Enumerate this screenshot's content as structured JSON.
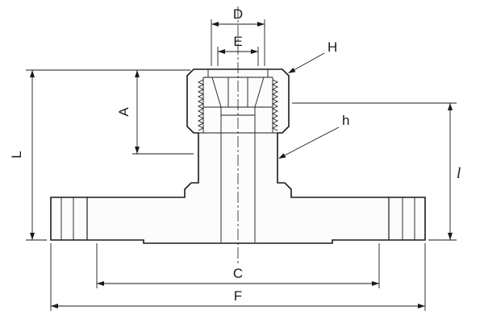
{
  "drawing": {
    "labels": {
      "D": "D",
      "E": "E",
      "H": "H",
      "h": "h",
      "A": "A",
      "L": "L",
      "l": "l",
      "C": "C",
      "F": "F"
    }
  },
  "colors": {
    "line": "#1a1a1a",
    "part_fill": "#fcfcfc",
    "background": "#ffffff"
  }
}
